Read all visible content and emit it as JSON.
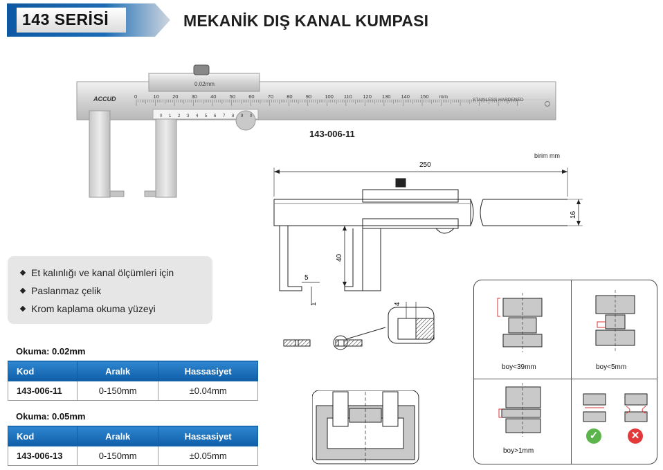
{
  "header": {
    "series": "143 SERİSİ",
    "title": "MEKANİK DIŞ KANAL KUMPASI",
    "accent": "#1560a8"
  },
  "caliper": {
    "brand": "ACCUD",
    "resolution_mark": "0.02mm",
    "main_scale": [
      "0",
      "10",
      "20",
      "30",
      "40",
      "50",
      "60",
      "70",
      "80",
      "90",
      "100",
      "110",
      "120",
      "130",
      "140",
      "150",
      "mm"
    ],
    "stamp": "STAINLESS   HARDENED",
    "vernier_scale": [
      "0",
      "1",
      "2",
      "3",
      "4",
      "5",
      "6",
      "7",
      "8",
      "9",
      "0"
    ]
  },
  "model_label": "143-006-11",
  "drawing": {
    "unit": "birim mm",
    "length": "250",
    "height": "16",
    "jaw_depth": "40",
    "jaw_width": "5",
    "jaw_tip": "1",
    "detail_size": "4"
  },
  "features": [
    "Et kalınlığı ve kanal ölçümleri için",
    "Paslanmaz çelik",
    "Krom kaplama okuma yüzeyi"
  ],
  "tables": [
    {
      "reading_label": "Okuma:",
      "reading_value": "0.02mm",
      "headers": [
        "Kod",
        "Aralık",
        "Hassasiyet"
      ],
      "row": [
        "143-006-11",
        "0-150mm",
        "±0.04mm"
      ]
    },
    {
      "reading_label": "Okuma:",
      "reading_value": "0.05mm",
      "headers": [
        "Kod",
        "Aralık",
        "Hassasiyet"
      ],
      "row": [
        "143-006-13",
        "0-150mm",
        "±0.05mm"
      ]
    }
  ],
  "usage_panel": {
    "labels": [
      "boy<39mm",
      "boy<5mm",
      "boy>1mm"
    ],
    "ok_symbol": "✓",
    "no_symbol": "✕",
    "ok_color": "#5bb54a",
    "no_color": "#e23a3a"
  }
}
